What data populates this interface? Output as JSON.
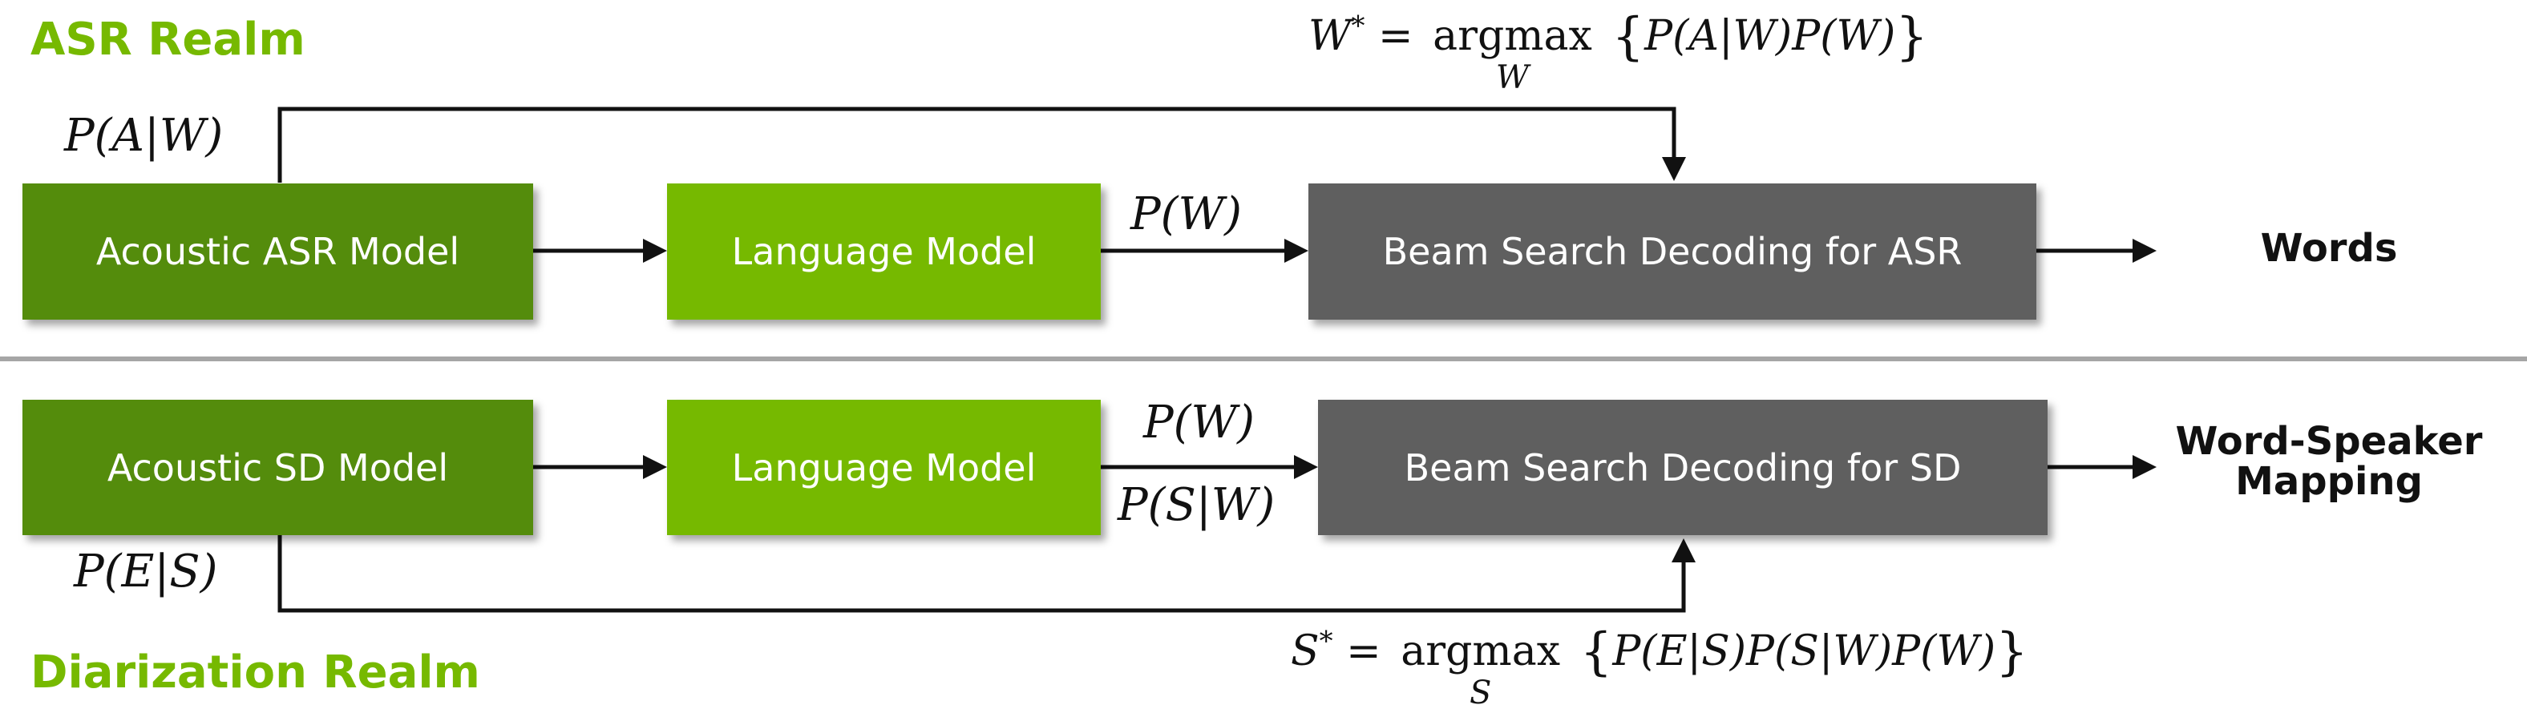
{
  "asr": {
    "title": "ASR Realm",
    "acoustic_model": "Acoustic ASR Model",
    "language_model": "Language Model",
    "decoder": "Beam Search Decoding for ASR",
    "output": "Words",
    "p_a_w": "P(A|W)",
    "p_w": "P(W)",
    "equation": {
      "lhs": "W",
      "op": "argmax",
      "op_sub": "W",
      "rhs": "P(A|W)P(W)"
    }
  },
  "diarization": {
    "title": "Diarization Realm",
    "acoustic_model": "Acoustic SD Model",
    "language_model": "Language Model",
    "decoder": "Beam Search Decoding for SD",
    "output_line1": "Word-Speaker",
    "output_line2": "Mapping",
    "p_e_s": "P(E|S)",
    "p_w": "P(W)",
    "p_s_w": "P(S|W)",
    "equation": {
      "lhs": "S",
      "op": "argmax",
      "op_sub": "S",
      "rhs": "P(E|S)P(S|W)P(W)"
    }
  },
  "colors": {
    "realm_title": "#76b900",
    "acoustic_box": "#548c0c",
    "language_box": "#76b900",
    "decoder_box": "#5f5f5f",
    "divider": "#a6a6a6"
  }
}
